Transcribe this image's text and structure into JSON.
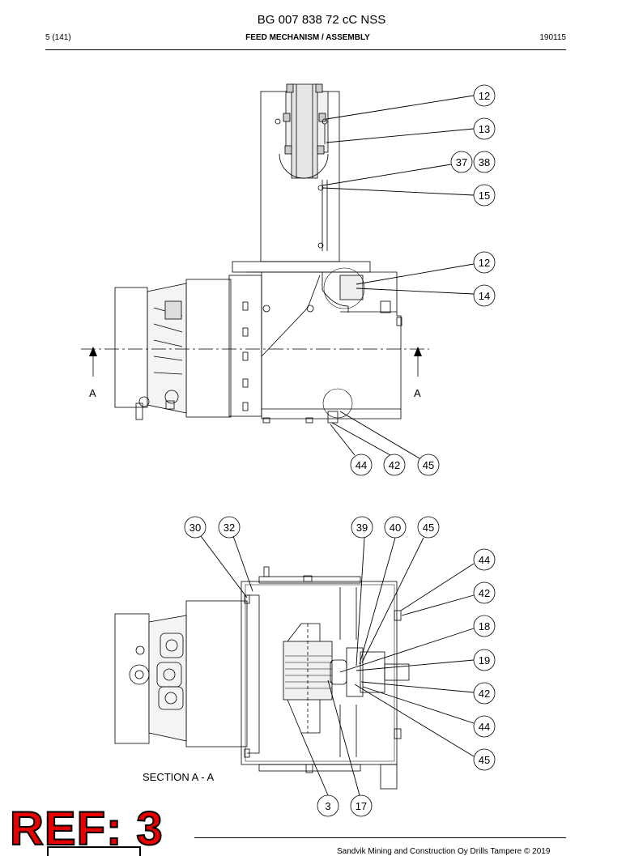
{
  "header": {
    "doc_title": "BG 007 838 72 cC NSS",
    "page_no": "5 (141)",
    "section_title": "FEED MECHANISM / ASSEMBLY",
    "date": "190115"
  },
  "top_view": {
    "callouts": [
      "12",
      "13",
      "37",
      "38",
      "15",
      "12",
      "14",
      "44",
      "42",
      "45"
    ],
    "section_marker_left": "A",
    "section_marker_right": "A"
  },
  "section_view": {
    "callouts": [
      "30",
      "32",
      "39",
      "40",
      "45",
      "44",
      "42",
      "18",
      "19",
      "42",
      "44",
      "45",
      "3",
      "17"
    ],
    "label": "SECTION A - A"
  },
  "ref_stamp": "REF: 3",
  "footer": {
    "copyright": "Sandvik Mining and Construction Oy Drills Tampere © 2019"
  }
}
